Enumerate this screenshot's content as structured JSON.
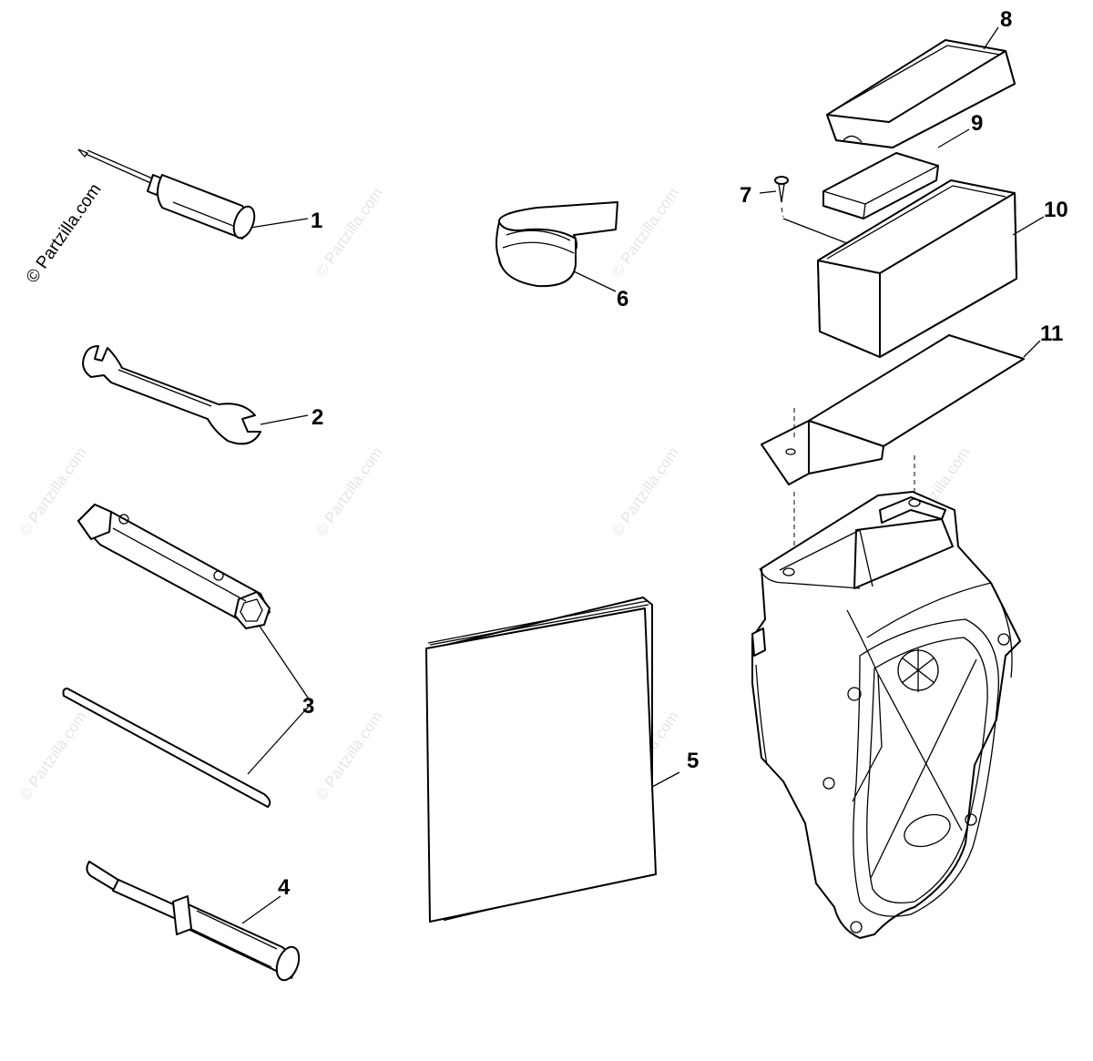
{
  "watermark": {
    "main": "© Partzilla.com",
    "tiles": [
      "© Partzilla.com"
    ]
  },
  "callouts": [
    "1",
    "2",
    "3",
    "4",
    "5",
    "6",
    "7",
    "8",
    "9",
    "10",
    "11"
  ],
  "icons": {
    "part1": "screwdriver-icon",
    "part2": "open-end-wrench-icon",
    "part3": "tube-socket-wrench-icon",
    "part3b": "tommy-bar-icon",
    "part4": "screwdriver-handle-icon",
    "part5": "owners-manual-icon",
    "part6": "strap-roll-icon",
    "part7": "screw-icon",
    "part8": "tool-box-lid-icon",
    "part9": "foam-pad-icon",
    "part10": "tool-box-icon",
    "part11": "bracket-icon"
  }
}
